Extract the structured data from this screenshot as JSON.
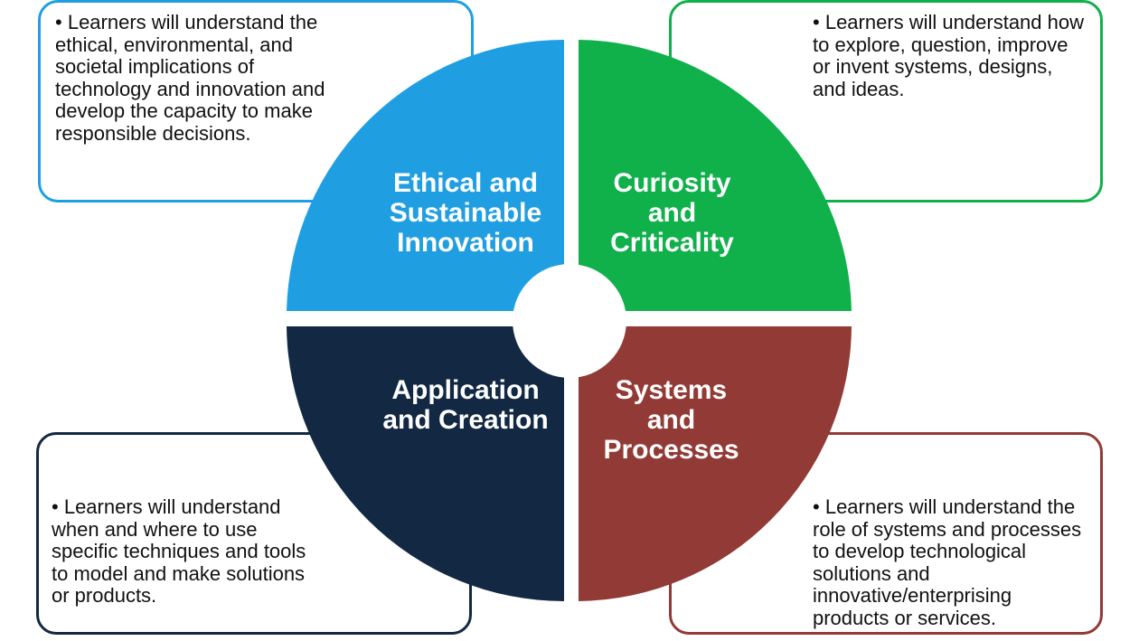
{
  "diagram": {
    "colors": {
      "blue": "#1f9fe2",
      "green": "#10b04b",
      "navy": "#132842",
      "red": "#923a35",
      "box_blue": "#1f9fe2",
      "box_green": "#10b04b",
      "box_navy": "#132842",
      "box_red": "#923a35"
    },
    "quadrants": [
      {
        "title": "Ethical and Sustainable Innovation",
        "description": "Learners will understand the ethical, environmental, and societal implications of technology and innovation and develop the capacity to make responsible decisions."
      },
      {
        "title": "Curiosity and Criticality",
        "description": "Learners will understand how to explore, question, improve or invent systems, designs, and ideas."
      },
      {
        "title": "Application and Creation",
        "description": "Learners will understand when and where to use specific techniques and tools to model and make solutions or products."
      },
      {
        "title": "Systems and Processes",
        "description": "Learners will understand the role of systems and processes to develop technological solutions and innovative/enterprising products or services."
      }
    ]
  }
}
